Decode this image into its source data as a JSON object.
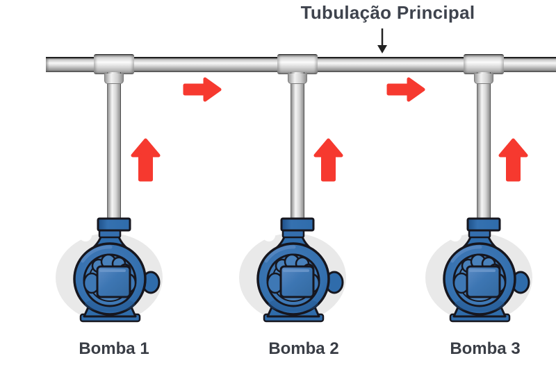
{
  "title": {
    "text": "Tubulação Principal"
  },
  "pumps": [
    {
      "label": "Bomba 1"
    },
    {
      "label": "Bomba 2"
    },
    {
      "label": "Bomba 3"
    }
  ],
  "flow": {
    "up_arrows": 3,
    "right_arrows": 2,
    "direction": "up-then-right"
  },
  "icons": {
    "pointer": "down-arrow-icon",
    "flow_up": "up-arrow-icon",
    "flow_right": "right-arrow-icon"
  },
  "colors": {
    "arrow_red": "#f6392f",
    "pump_blue": "#2f6cab",
    "pump_blue_light": "#4981bb",
    "pump_blue_dark": "#24568d",
    "outline_dark": "#16161e",
    "pipe_highlight": "#f7f7f7",
    "pipe_shadow": "#8a8a8a",
    "blob_gray": "#e9e9e9",
    "title_text": "#3e434d",
    "label_text": "#393d45",
    "background": "#ffffff"
  }
}
